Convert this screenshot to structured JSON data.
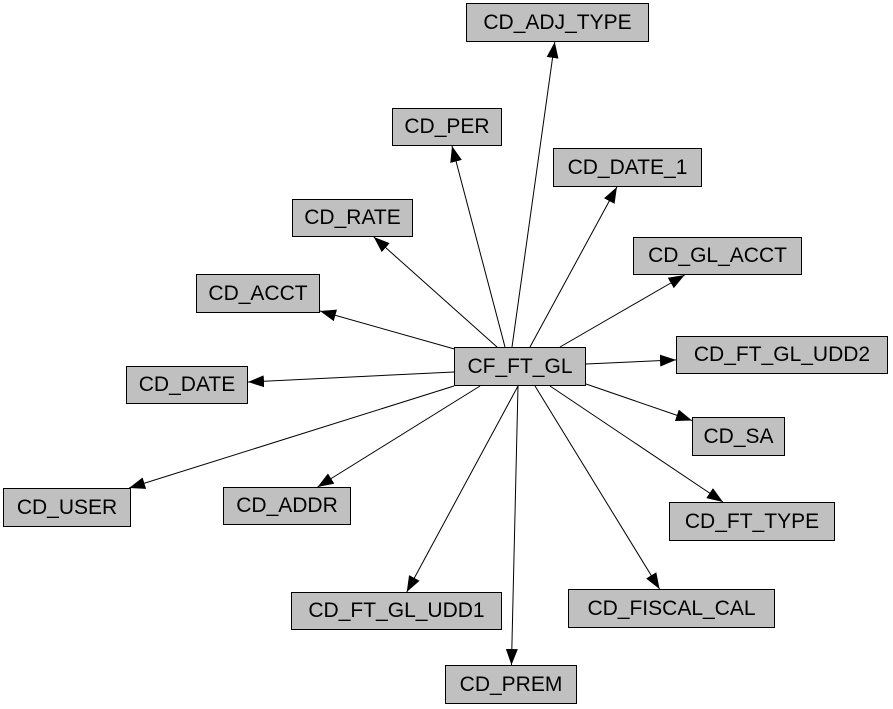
{
  "diagram": {
    "center": {
      "label": "CF_FT_GL"
    },
    "nodes": [
      {
        "label": "CD_ADJ_TYPE"
      },
      {
        "label": "CD_PER"
      },
      {
        "label": "CD_DATE_1"
      },
      {
        "label": "CD_RATE"
      },
      {
        "label": "CD_GL_ACCT"
      },
      {
        "label": "CD_ACCT"
      },
      {
        "label": "CD_FT_GL_UDD2"
      },
      {
        "label": "CD_DATE"
      },
      {
        "label": "CD_SA"
      },
      {
        "label": "CD_USER"
      },
      {
        "label": "CD_ADDR"
      },
      {
        "label": "CD_FT_TYPE"
      },
      {
        "label": "CD_FT_GL_UDD1"
      },
      {
        "label": "CD_FISCAL_CAL"
      },
      {
        "label": "CD_PREM"
      }
    ],
    "colors": {
      "node_fill": "#c0c0c0",
      "edge": "#000000"
    }
  }
}
